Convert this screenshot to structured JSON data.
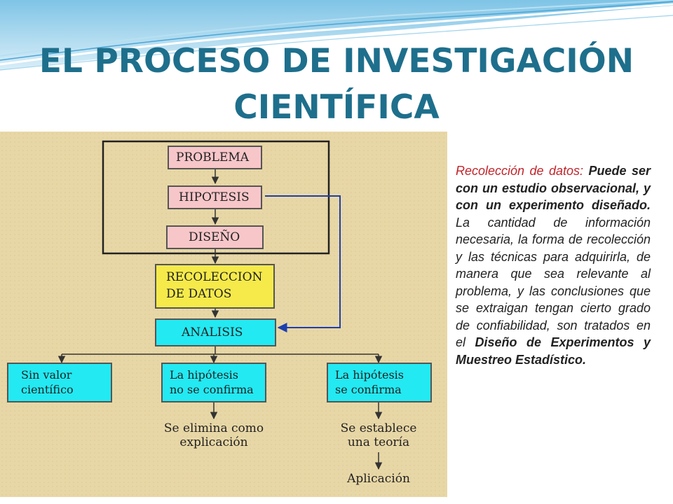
{
  "title": "EL PROCESO DE INVESTIGACIÓN CIENTÍFICA",
  "diagram": {
    "problema": "PROBLEMA",
    "hipotesis": "HIPOTESIS",
    "diseno": "DISEÑO",
    "recoleccion_line1": "RECOLECCION",
    "recoleccion_line2": "DE DATOS",
    "analisis": "ANALISIS",
    "sin_valor_line1": "Sin valor",
    "sin_valor_line2": "científico",
    "no_confirma_line1": "La hipótesis",
    "no_confirma_line2": "no se confirma",
    "confirma_line1": "La hipótesis",
    "confirma_line2": "se confirma",
    "elimina_line1": "Se elimina como",
    "elimina_line2": "explicación",
    "teoria_line1": "Se establece",
    "teoria_line2": "una teoría",
    "aplicacion": "Aplicación"
  },
  "description": {
    "lead": "Recolección de datos:",
    "bold1": "Puede ser con un estudio observacional, y con un experimento diseñado.",
    "normal1": "La cantidad de información necesaria, la forma de recolección y las técnicas para adquirirla, de manera que sea relevante al problema, y las conclusiones que se extraigan tengan cierto grado de confiabilidad, son tratados en el",
    "bold2": "Diseño de Experimentos y Muestreo Estadístico."
  },
  "colors": {
    "title": "#1e6f8c",
    "problem_boxes": "#f7c6c9",
    "collection_box": "#f5ea4a",
    "analysis_boxes": "#23e9f2",
    "feedback_arrow": "#1c3fb0",
    "lead_text": "#c0252b"
  }
}
